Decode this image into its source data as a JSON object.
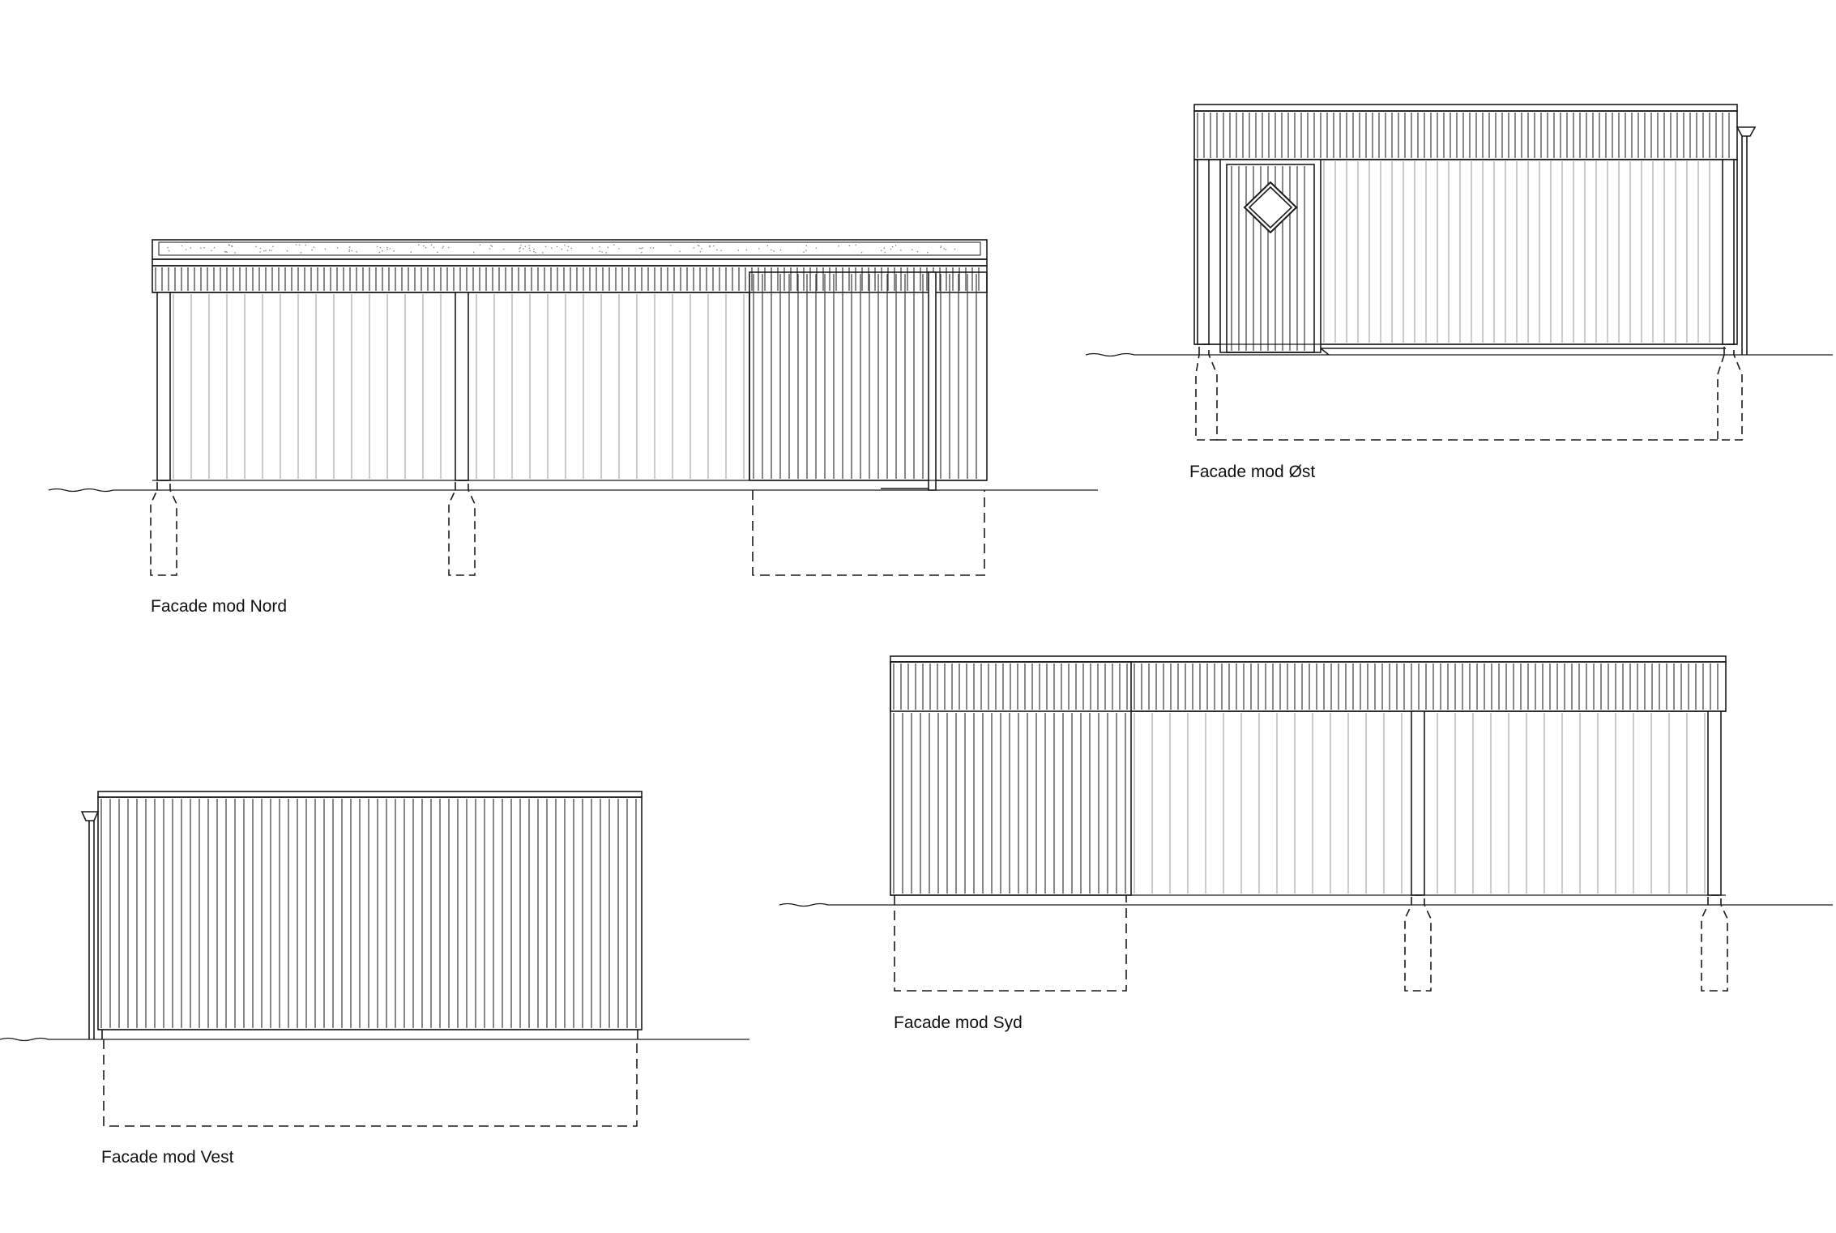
{
  "facades": {
    "nord": {
      "label": "Facade mod Nord"
    },
    "oest": {
      "label": "Facade mod Øst"
    },
    "vest": {
      "label": "Facade mod Vest"
    },
    "syd": {
      "label": "Facade mod Syd"
    }
  },
  "colors": {
    "line": "#1a1a1a",
    "cladding_light": "#9a9a9a",
    "cladding_dark": "#3a3a3a",
    "background": "#ffffff"
  }
}
